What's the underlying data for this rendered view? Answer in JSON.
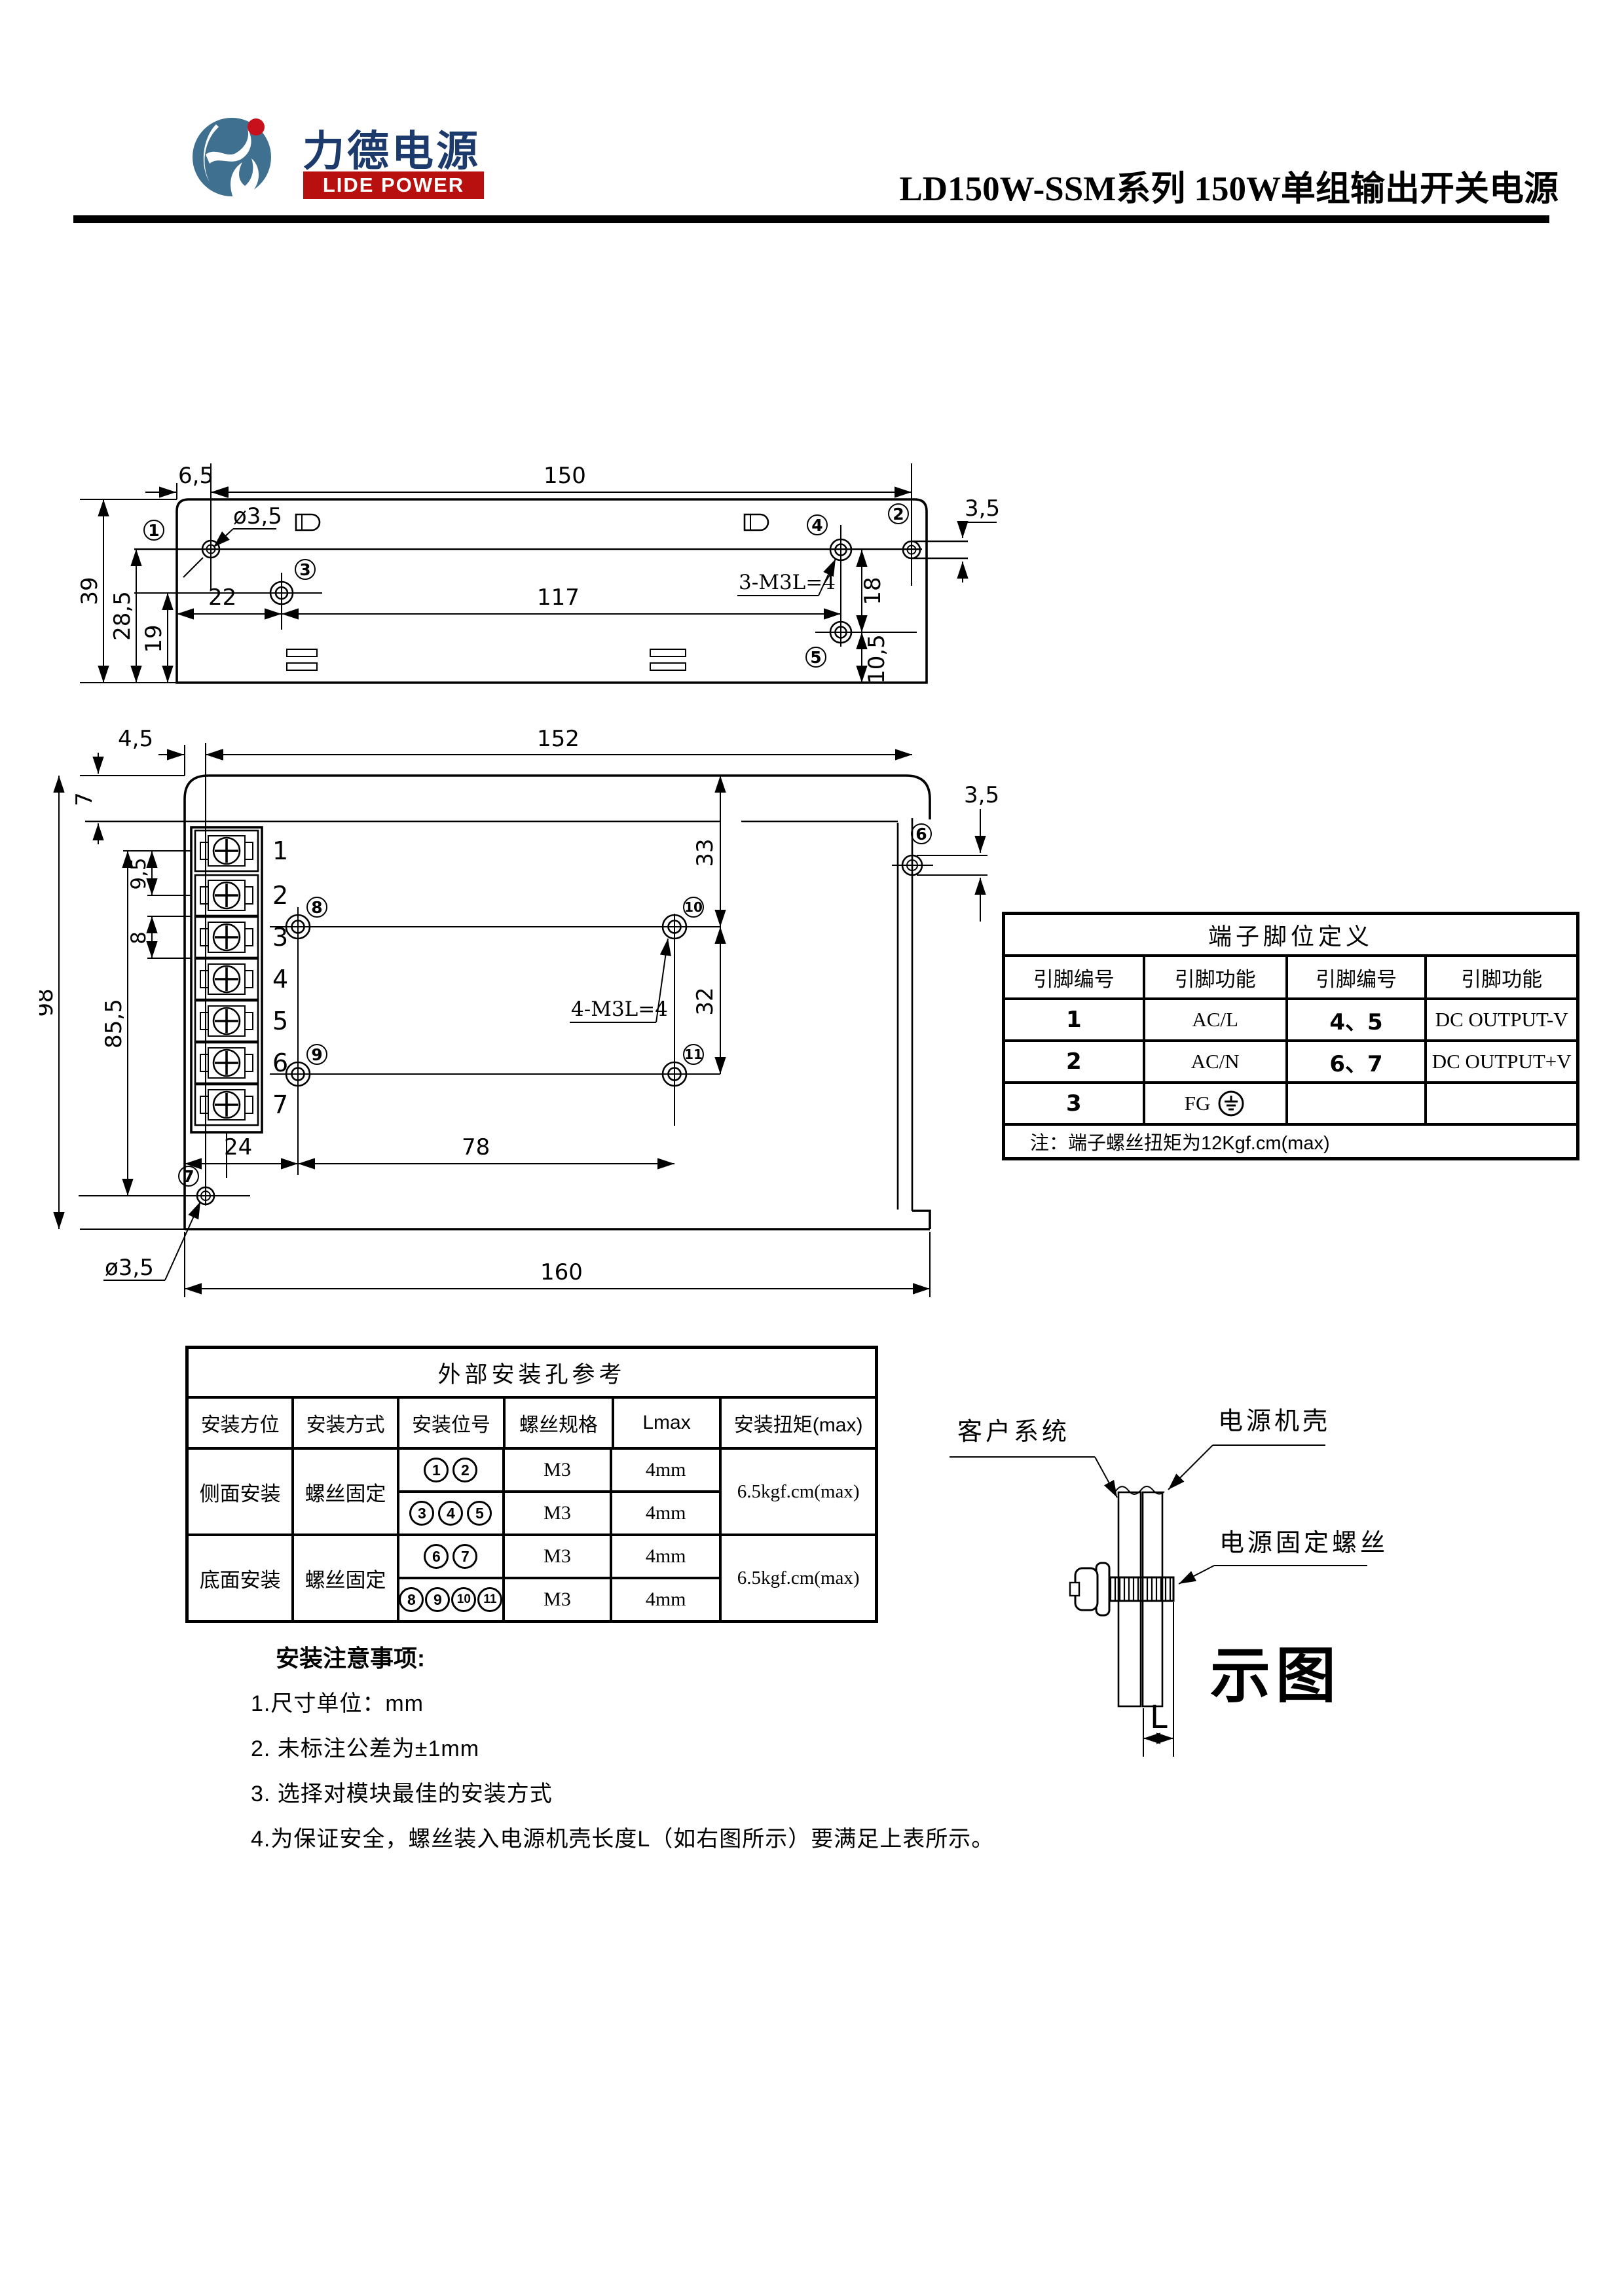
{
  "header": {
    "logo_cn": "力德电源",
    "logo_en": "LIDE POWER",
    "title": "LD150W-SSM系列 150W单组输出开关电源"
  },
  "colors": {
    "logo_blue": "#3f7090",
    "logo_red": "#c8101c",
    "logo_navy": "#1d3a6d",
    "banner_red": "#b8100f"
  },
  "top_view": {
    "dims": {
      "d65": "6,5",
      "d150": "150",
      "d35": "3,5",
      "d39": "39",
      "d285": "28,5",
      "d19": "19",
      "d22": "22",
      "d117": "117",
      "d18": "18",
      "d105": "10,5"
    },
    "labels": {
      "hole_dia": "ø3,5",
      "thread": "3-M3L=4"
    },
    "holes": {
      "h1": "1",
      "h2": "2",
      "h3": "3",
      "h4": "4",
      "h5": "5"
    }
  },
  "bottom_view": {
    "dims": {
      "d45": "4,5",
      "d152": "152",
      "d35": "3,5",
      "d7": "7",
      "d98": "98",
      "d855": "85,5",
      "d95": "9,5",
      "d8": "8",
      "d33": "33",
      "d32": "32",
      "d24": "24",
      "d78": "78",
      "d160": "160"
    },
    "labels": {
      "hole_dia": "ø3,5",
      "thread": "4-M3L=4"
    },
    "holes": {
      "h6": "6",
      "h7": "7",
      "h8": "8",
      "h9": "9",
      "h10": "10",
      "h11": "11"
    },
    "terminals": [
      "1",
      "2",
      "3",
      "4",
      "5",
      "6",
      "7"
    ]
  },
  "pin_table": {
    "title": "端子脚位定义",
    "headers": [
      "引脚编号",
      "引脚功能",
      "引脚编号",
      "引脚功能"
    ],
    "rows": [
      {
        "pin": "1",
        "func": "AC/L",
        "pin2": "4、5",
        "func2": "DC OUTPUT-V"
      },
      {
        "pin": "2",
        "func": "AC/N",
        "pin2": "6、7",
        "func2": "DC OUTPUT+V"
      },
      {
        "pin": "3",
        "func": "FG",
        "pin2": "",
        "func2": ""
      }
    ],
    "note": "注：端子螺丝扭矩为12Kgf.cm(max)"
  },
  "mount_table": {
    "title": "外部安装孔参考",
    "headers": [
      "安装方位",
      "安装方式",
      "安装位号",
      "螺丝规格",
      "Lmax",
      "安装扭矩(max)"
    ],
    "groups": [
      {
        "position": "侧面安装",
        "method": "螺丝固定",
        "torque": "6.5kgf.cm(max)",
        "rows": [
          {
            "holes": [
              "1",
              "2"
            ],
            "spec": "M3",
            "lmax": "4mm"
          },
          {
            "holes": [
              "3",
              "4",
              "5"
            ],
            "spec": "M3",
            "lmax": "4mm"
          }
        ]
      },
      {
        "position": "底面安装",
        "method": "螺丝固定",
        "torque": "6.5kgf.cm(max)",
        "rows": [
          {
            "holes": [
              "6",
              "7"
            ],
            "spec": "M3",
            "lmax": "4mm"
          },
          {
            "holes": [
              "8",
              "9",
              "10",
              "11"
            ],
            "spec": "M3",
            "lmax": "4mm"
          }
        ]
      }
    ]
  },
  "notes": {
    "heading": "安装注意事项:",
    "items": [
      "1.尺寸单位：mm",
      "2. 未标注公差为±1mm",
      "3. 选择对模块最佳的安装方式",
      "4.为保证安全，螺丝装入电源机壳长度L（如右图所示）要满足上表所示。"
    ]
  },
  "side_diagram": {
    "customer": "客户系统",
    "case": "电源机壳",
    "screw": "电源固定螺丝",
    "caption": "示图",
    "dim_l": "L"
  }
}
